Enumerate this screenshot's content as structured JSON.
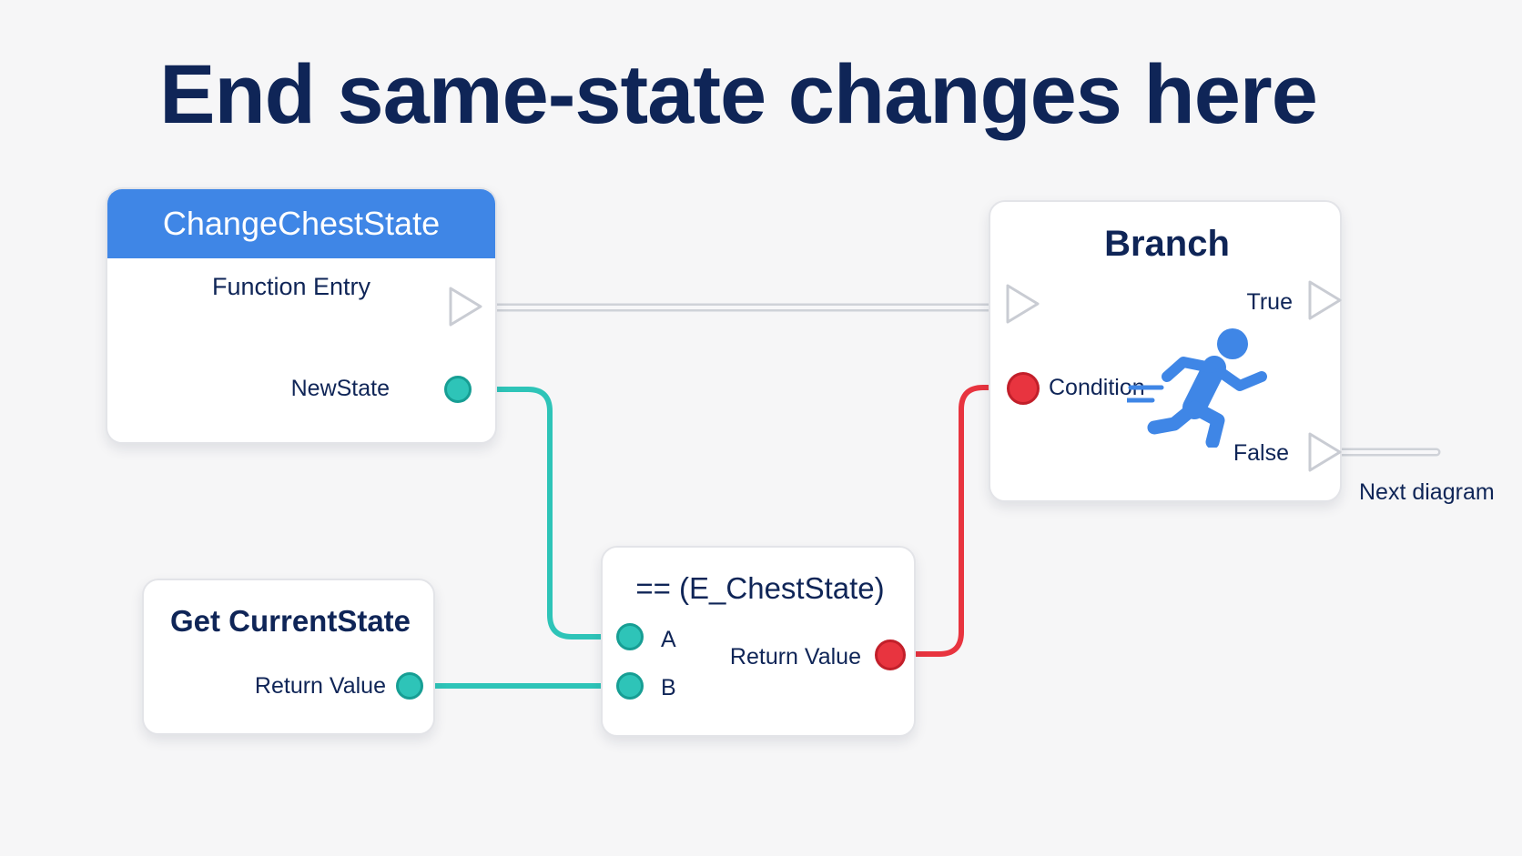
{
  "title": "End same-state changes here",
  "colors": {
    "header_blue": "#3f86e6",
    "teal_wire": "#2ec4b8",
    "red_wire": "#e8343f",
    "text_navy": "#0f2557"
  },
  "nodes": {
    "change_chest_state": {
      "header": "ChangeChestState",
      "subtitle": "Function Entry",
      "pin_new_state": "NewState"
    },
    "branch": {
      "title": "Branch",
      "pin_true": "True",
      "pin_condition": "Condition",
      "pin_false": "False",
      "icon": "running-person-icon"
    },
    "get_current_state": {
      "title": "Get CurrentState",
      "pin_return": "Return Value"
    },
    "equals": {
      "title": "== (E_ChestState)",
      "pin_a": "A",
      "pin_b": "B",
      "pin_return": "Return Value"
    }
  },
  "next_label": "Next diagram"
}
